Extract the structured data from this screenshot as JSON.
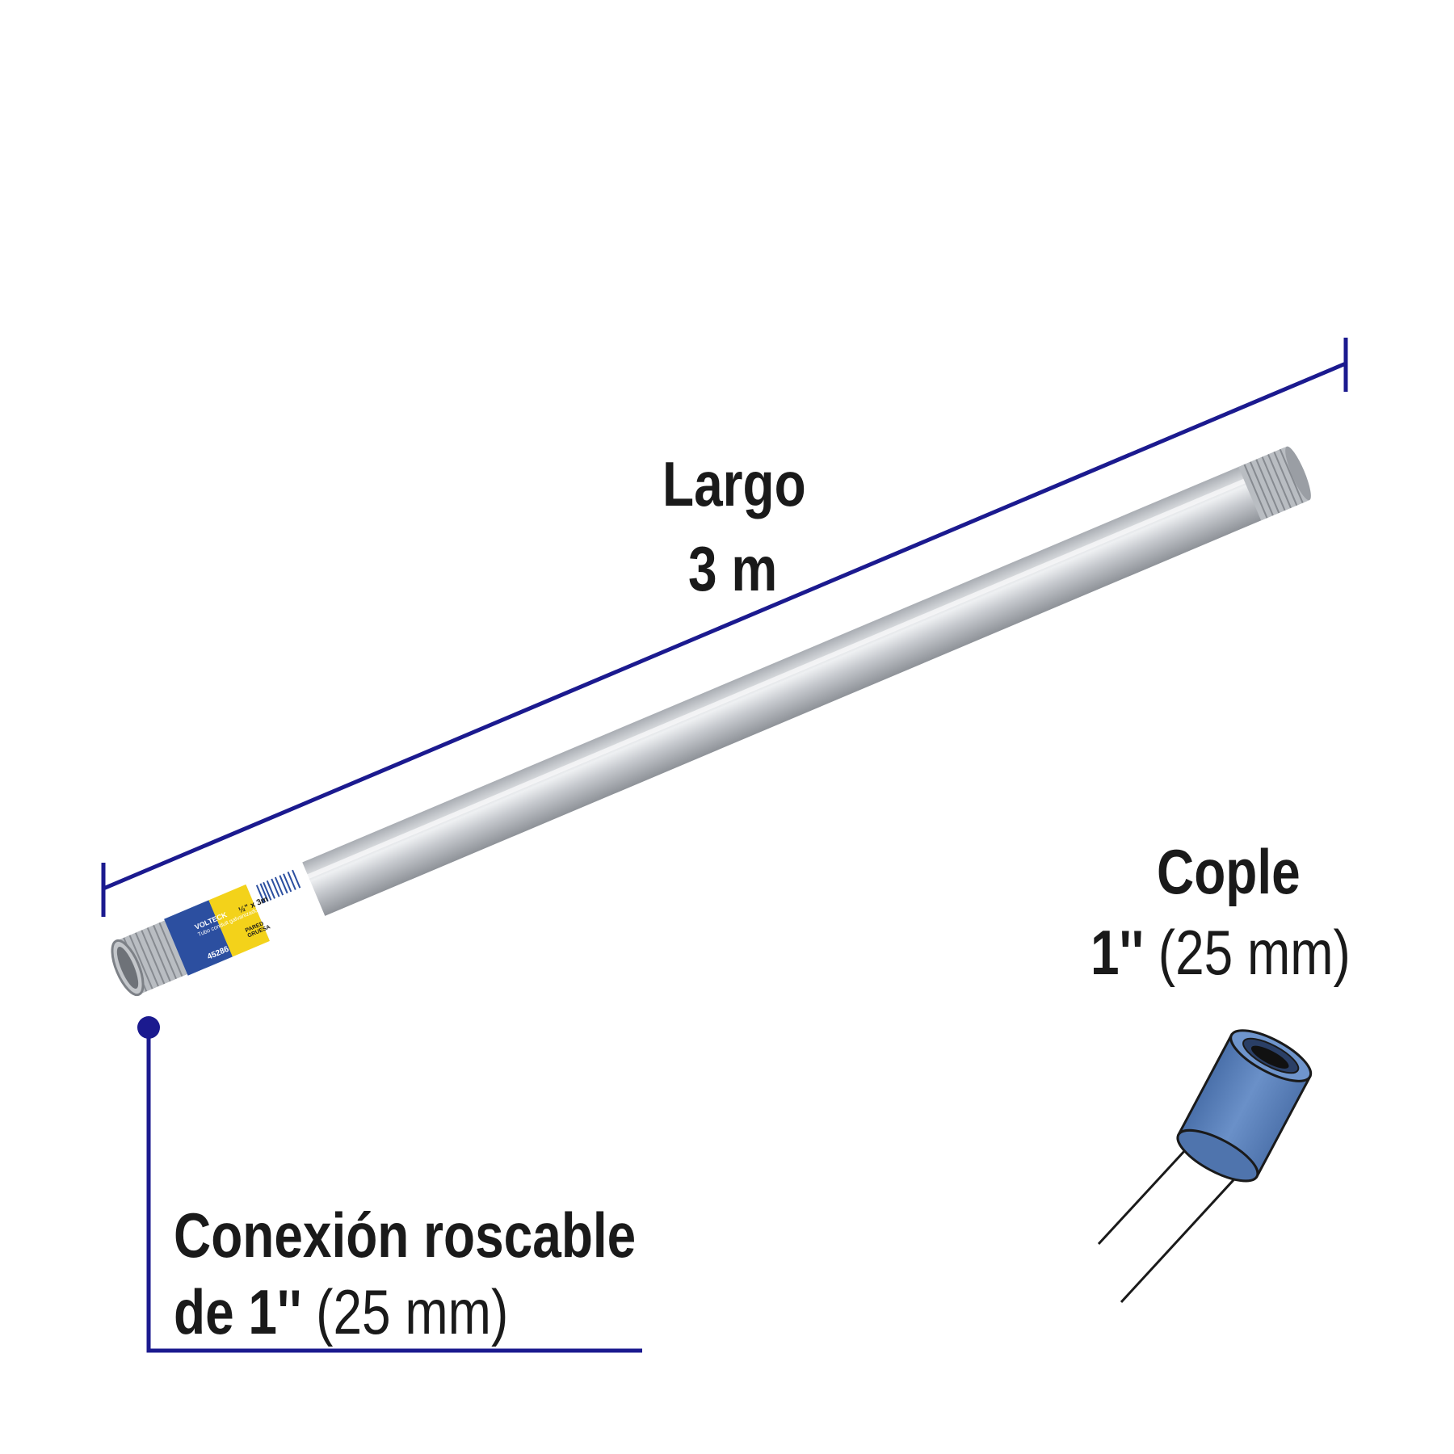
{
  "dimension_length": {
    "title": "Largo",
    "value": "3 m"
  },
  "coupling": {
    "title": "Cople",
    "size_bold": "1''",
    "size_metric": "(25 mm)"
  },
  "thread_connection": {
    "line1": "Conexión roscable",
    "line2_prefix": "de 1''",
    "line2_metric": "(25 mm)"
  },
  "product_label": {
    "brand": "VOLTECK",
    "description": "Tubo conduit galvanizado",
    "size": "½\" x 3m",
    "wall": "PARED GRUESA",
    "code": "45286"
  },
  "colors": {
    "dimension_line": "#1b1a8f",
    "coupling_fill": "#5b83bd",
    "pipe_silver": "#c9ccd0",
    "label_blue": "#2c4fa0",
    "label_yellow": "#f3d21a"
  }
}
